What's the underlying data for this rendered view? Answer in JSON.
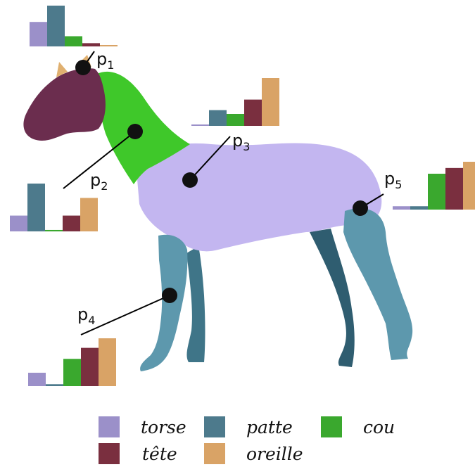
{
  "colors": {
    "torse": "#9b90c9",
    "patte": "#4d7a8c",
    "cou": "#3aa82e",
    "tete": "#7a2f3f",
    "oreille": "#d9a366",
    "horse_torse": "#c3b6f0",
    "horse_patte": "#5d98ad",
    "horse_cou": "#3fc82a",
    "horse_tete": "#6b2d4e",
    "horse_ear": "#e0b070"
  },
  "legend": [
    {
      "key": "torse",
      "label": "torse"
    },
    {
      "key": "patte",
      "label": "patte"
    },
    {
      "key": "cou",
      "label": "cou"
    },
    {
      "key": "tete",
      "label": "tête"
    },
    {
      "key": "oreille",
      "label": "oreille"
    }
  ],
  "points": [
    {
      "label": "p",
      "sub": "1",
      "values": [
        0.6,
        1.0,
        0.25,
        0.08,
        0.03
      ]
    },
    {
      "label": "p",
      "sub": "2",
      "values": [
        0.33,
        1.0,
        0.03,
        0.33,
        0.7
      ]
    },
    {
      "label": "p",
      "sub": "3",
      "values": [
        0.03,
        0.33,
        0.25,
        0.55,
        1.0
      ]
    },
    {
      "label": "p",
      "sub": "4",
      "values": [
        0.28,
        0.04,
        0.57,
        0.8,
        1.0
      ]
    },
    {
      "label": "p",
      "sub": "5",
      "values": [
        0.07,
        0.07,
        0.75,
        0.87,
        1.0
      ]
    }
  ]
}
